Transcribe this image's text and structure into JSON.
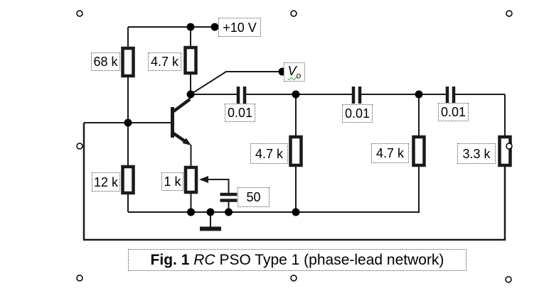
{
  "supply": {
    "label": "+10 V"
  },
  "output": {
    "base": "V",
    "sub": "o"
  },
  "labels": {
    "r_divider_upper": "68 k",
    "r_collector": "4.7 k",
    "r_divider_lower": "12 k",
    "pot_emitter": "1 k",
    "c_bypass": "50",
    "c_stage1": "0.01",
    "c_stage2": "0.01",
    "c_stage3": "0.01",
    "r_stage1": "4.7 k",
    "r_stage2": "4.7 k",
    "r_stage3": "3.3 k"
  },
  "caption": {
    "fig": "Fig. 1",
    "abbr": "RC",
    "rest": "PSO Type 1 (phase-lead network)"
  },
  "colors": {
    "background": "#ffffff",
    "wire": "#1a1a1a",
    "text": "#000000",
    "label_border": "#4d4d4d",
    "spellcheck_underline": "#2aa12a",
    "handle_fill": "#ffffff"
  }
}
